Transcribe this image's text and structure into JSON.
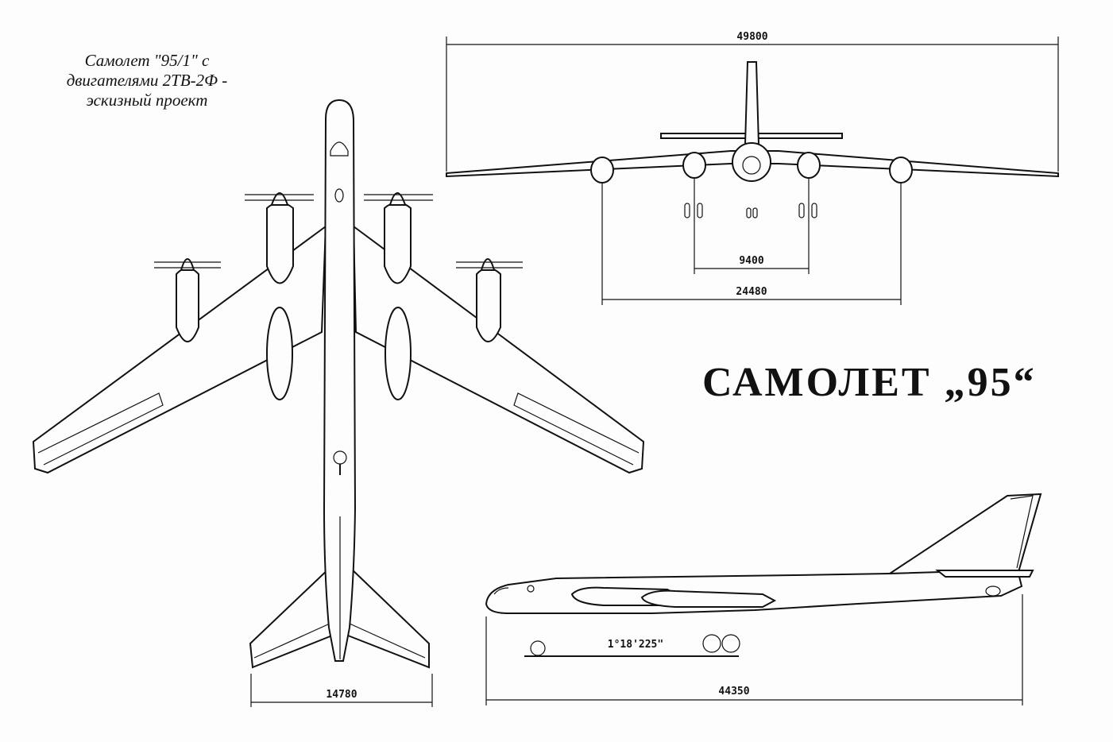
{
  "caption": {
    "line1": "Самолет \"95/1\" с",
    "line2": "двигателями 2ТВ-2Ф -",
    "line3": "эскизный проект"
  },
  "title": "САМОЛЕТ „95“",
  "dimensions": {
    "span": "49800",
    "inner_gear_track": "9400",
    "outer_nacelle_track": "24480",
    "stabilizer_span": "14780",
    "length": "44350",
    "ground_angle": "1°18'225\""
  }
}
